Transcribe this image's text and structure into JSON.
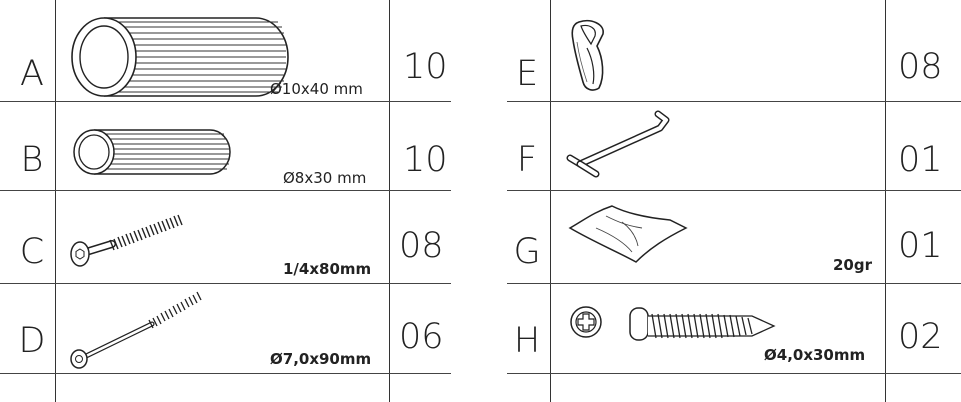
{
  "left_parts": [
    {
      "letter": "A",
      "size": "Ø10x40 mm",
      "qty": "10",
      "icon": "fluted-dowel-large-icon"
    },
    {
      "letter": "B",
      "size": "Ø8x30 mm",
      "qty": "10",
      "icon": "fluted-dowel-small-icon"
    },
    {
      "letter": "C",
      "size": "1/4x80mm",
      "qty": "08",
      "icon": "connector-bolt-icon"
    },
    {
      "letter": "D",
      "size": "Ø7,0x90mm",
      "qty": "06",
      "icon": "long-bolt-icon"
    }
  ],
  "right_parts": [
    {
      "letter": "E",
      "size": "",
      "qty": "08",
      "icon": "shelf-clip-icon"
    },
    {
      "letter": "F",
      "size": "",
      "qty": "01",
      "icon": "allen-key-icon"
    },
    {
      "letter": "G",
      "size": "20gr",
      "qty": "01",
      "icon": "glue-sachet-icon"
    },
    {
      "letter": "H",
      "size": "Ø4,0x30mm",
      "qty": "02",
      "icon": "phillips-screw-icon"
    }
  ]
}
